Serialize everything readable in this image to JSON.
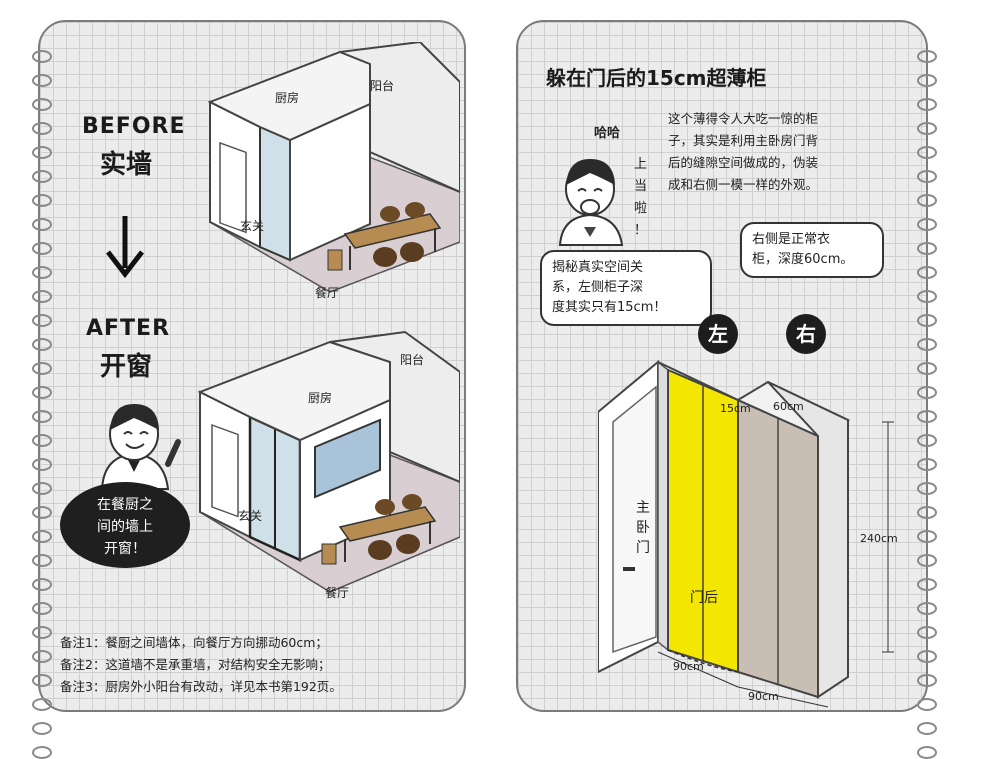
{
  "left": {
    "before_label": "BEFORE",
    "before_sub": "实墙",
    "after_label": "AFTER",
    "after_sub": "开窗",
    "room_balcony": "阳台",
    "room_kitchen": "厨房",
    "room_entry": "玄关",
    "room_dining": "餐厅",
    "bubble_line1": "在餐厨之",
    "bubble_line2": "间的墙上",
    "bubble_line3": "开窗！",
    "notes": [
      {
        "label": "备注1：",
        "text": "餐厨之间墙体，向餐厅方向挪动60cm；"
      },
      {
        "label": "备注2：",
        "text": "这道墙不是承重墙，对结构安全无影响；"
      },
      {
        "label": "备注3：",
        "text": "厨房外小阳台有改动，详见本书第192页。"
      }
    ]
  },
  "right": {
    "title": "躲在门后的15cm超薄柜",
    "desc_lines": [
      "这个薄得令人大吃一惊的柜",
      "子，其实是利用主卧房门背",
      "后的缝隙空间做成的，伪装",
      "成和右侧一模一样的外观。"
    ],
    "laugh": "哈哈",
    "laugh_side": [
      "上",
      "当",
      "啦",
      "！"
    ],
    "bubble_left_lines": [
      "揭秘真实空间关",
      "系，左侧柜子深",
      "度其实只有15cm！"
    ],
    "bubble_right_lines": [
      "右侧是正常衣",
      "柜，深度60cm。"
    ],
    "badge_left": "左",
    "badge_right": "右",
    "dim_15": "15cm",
    "dim_60": "60cm",
    "dim_240": "240cm",
    "dim_90a": "90cm",
    "dim_90b": "90cm",
    "door_label": [
      "主",
      "卧",
      "门"
    ],
    "door_back": "门后"
  },
  "colors": {
    "yellow_cabinet": "#f3e600",
    "wardrobe": "#c9beb3",
    "floor": "#d9cfd2",
    "window_glass": "#a9c4d8",
    "table_wood": "#b78c52"
  }
}
